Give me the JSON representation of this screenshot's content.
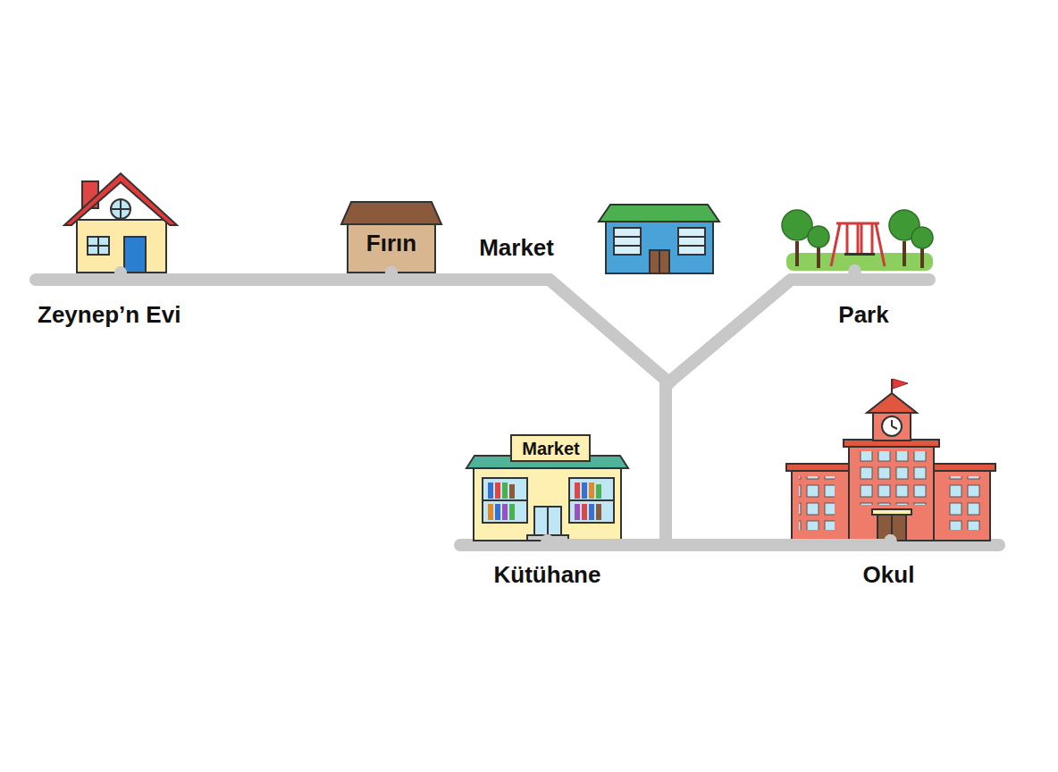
{
  "diagram": {
    "nodes": [
      {
        "text": [
          "Zeynep’n Evi"
        ]
      },
      {
        "text": [
          "Fırın"
        ]
      },
      {
        "text": [
          "Market"
        ]
      },
      {
        "text": [
          "Park"
        ]
      },
      {
        "text": [
          "Market",
          "Kütühane"
        ]
      },
      {
        "text": [
          "Okul"
        ]
      }
    ],
    "edges": [
      {
        "from": 0,
        "to": 1,
        "arrow": "none"
      },
      {
        "from": 1,
        "to": 4,
        "arrow": "none"
      },
      {
        "from": 1,
        "to": 5,
        "arrow": "none"
      },
      {
        "from": 3,
        "to": 4,
        "arrow": "none"
      },
      {
        "from": 3,
        "to": 5,
        "arrow": "none"
      }
    ]
  }
}
